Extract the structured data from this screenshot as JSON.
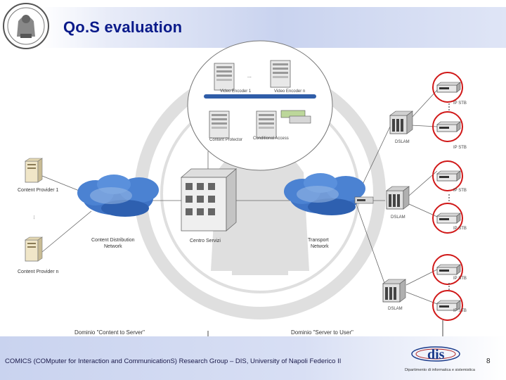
{
  "header": {
    "title": "Qo.S evaluation"
  },
  "diagram": {
    "headend": {
      "encoder_1": "Video Encoder 1",
      "encoder_n": "Video Encoder n",
      "ellipsis": "...",
      "content_protector": "Content Protector",
      "conditional_access": "Conditional Access"
    },
    "providers": {
      "provider_1": "Content Provider 1",
      "provider_n": "Content Provider n",
      "ellipsis": "..."
    },
    "clouds": {
      "cdn": "Content Distribution Network",
      "cdn_line1": "Content Distribution",
      "cdn_line2": "Network",
      "transport_line1": "Transport",
      "transport_line2": "Network"
    },
    "center": {
      "label": "Centro Servizi"
    },
    "dslams": [
      "DSLAM",
      "DSLAM",
      "DSLAM"
    ],
    "stb_labels": [
      "IP STB",
      "IP STB",
      "IP STB",
      "IP STB",
      "IP STB",
      "IP STB"
    ],
    "domains": {
      "content_to_server": "Dominio \"Content to Server\"",
      "server_to_user": "Dominio \"Server to User\""
    },
    "colors": {
      "highlight": "#d01818",
      "cloud": "#3f74c6",
      "title": "#0a1a8a"
    }
  },
  "footer": {
    "text": "COMICS (COMputer for Interaction and CommunicationS) Research Group – DIS, University of Napoli Federico II",
    "page_number": "8",
    "logo_text": "dis",
    "logo_caption": "Dipartimento di informatica e sistemistica"
  }
}
